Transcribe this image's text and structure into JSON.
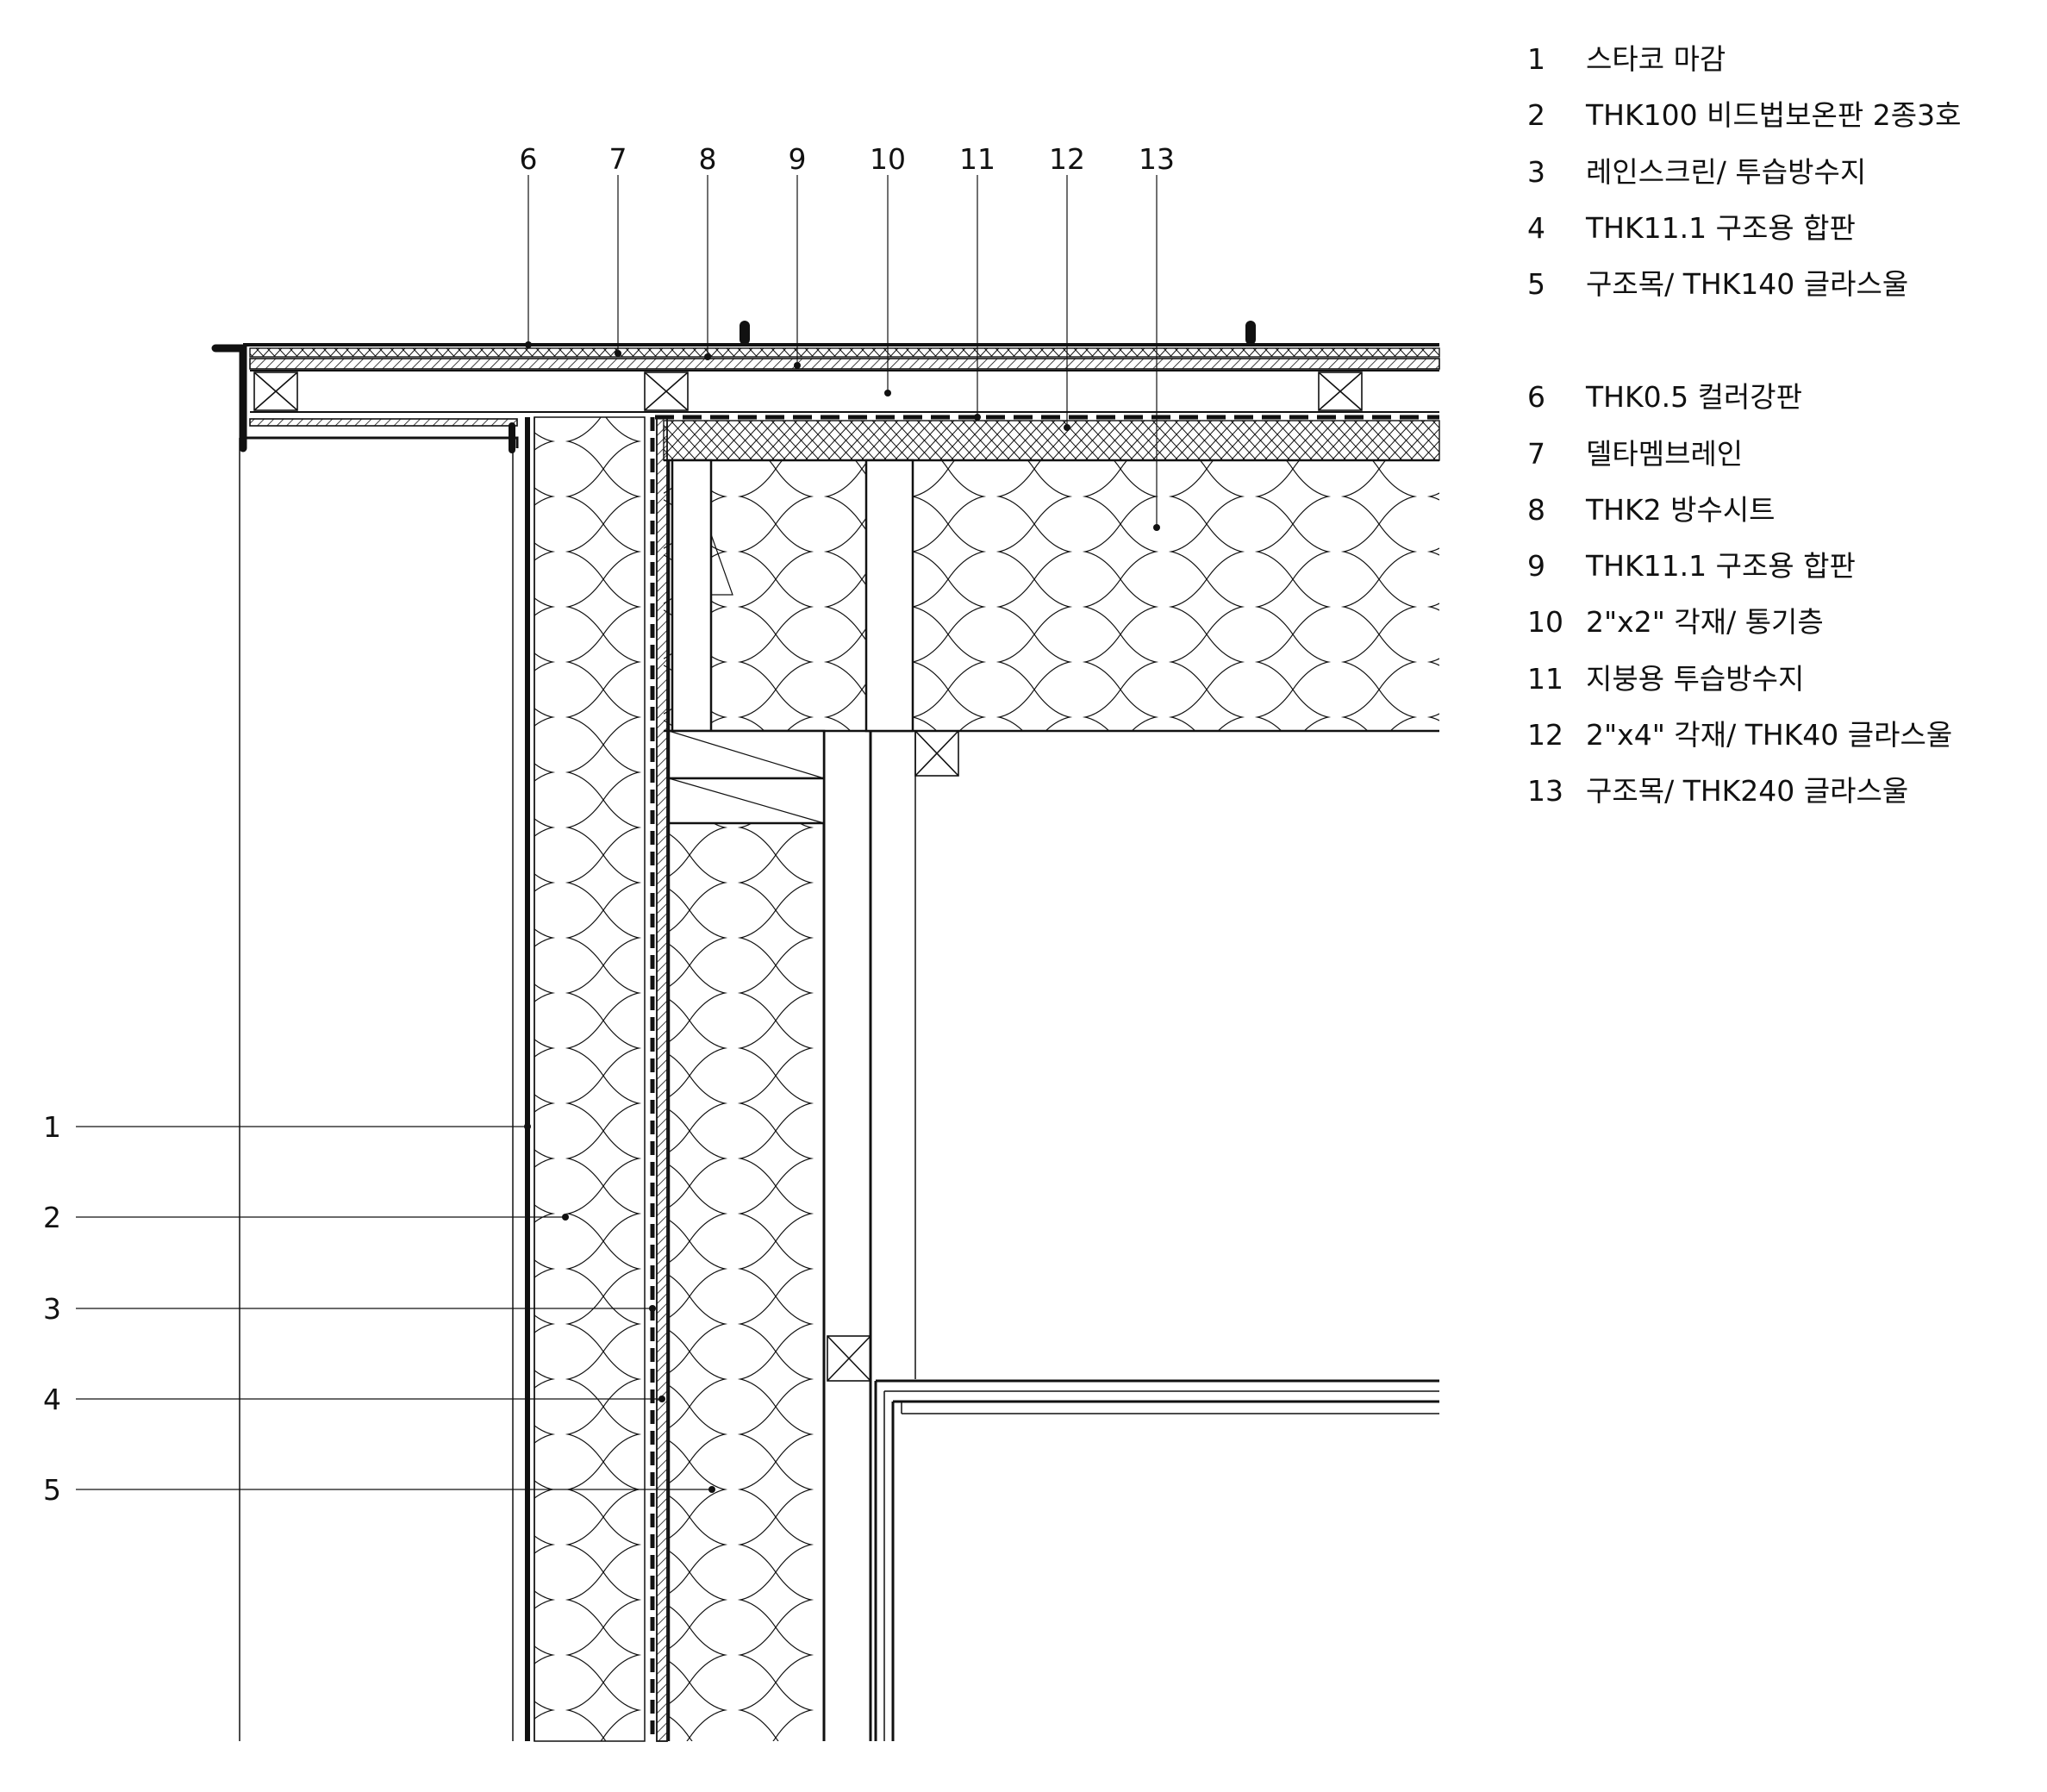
{
  "legend": [
    {
      "num": "1",
      "text": "스타코 마감"
    },
    {
      "num": "2",
      "text": "THK100 비드법보온판 2종3호"
    },
    {
      "num": "3",
      "text": "레인스크린/ 투습방수지"
    },
    {
      "num": "4",
      "text": "THK11.1 구조용 합판"
    },
    {
      "num": "5",
      "text": "구조목/ THK140 글라스울"
    },
    {
      "num": "6",
      "text": "THK0.5 컬러강판"
    },
    {
      "num": "7",
      "text": "델타멤브레인"
    },
    {
      "num": "8",
      "text": "THK2 방수시트"
    },
    {
      "num": "9",
      "text": "THK11.1 구조용 합판"
    },
    {
      "num": "10",
      "text": "2\"x2\" 각재/ 통기층"
    },
    {
      "num": "11",
      "text": "지붕용 투습방수지"
    },
    {
      "num": "12",
      "text": "2\"x4\" 각재/ THK40 글라스울"
    },
    {
      "num": "13",
      "text": "구조목/ THK240 글라스울"
    }
  ],
  "callouts_top": [
    "6",
    "7",
    "8",
    "9",
    "10",
    "11",
    "12",
    "13"
  ],
  "callouts_left": [
    "1",
    "2",
    "3",
    "4",
    "5"
  ]
}
